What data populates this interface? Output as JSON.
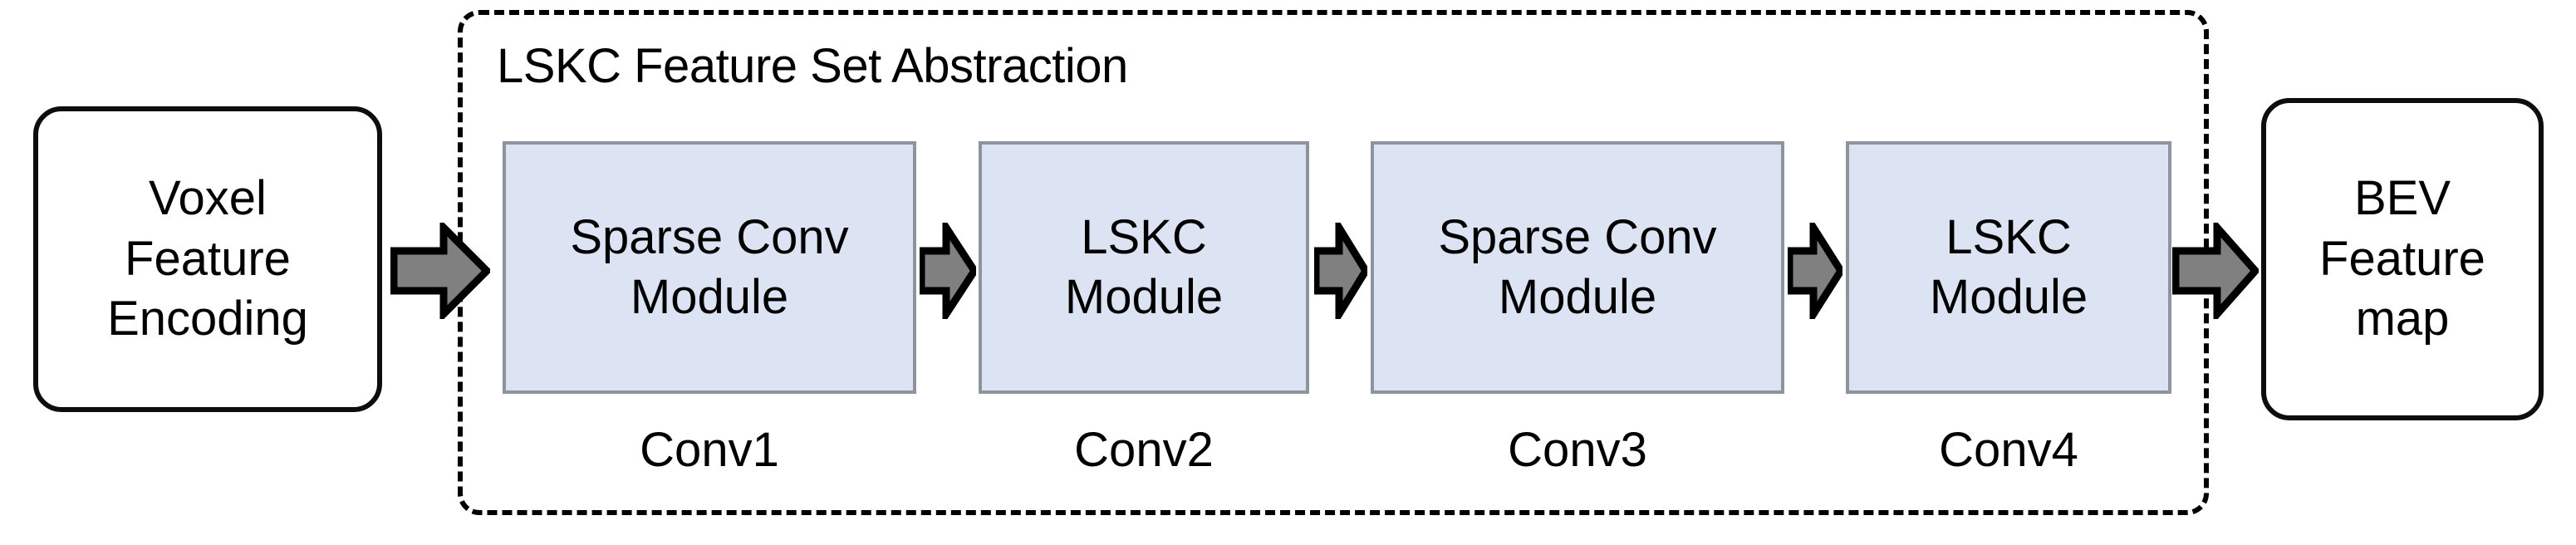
{
  "diagram": {
    "group": {
      "title": "LSKC Feature Set Abstraction",
      "border_style": "dashed",
      "border_color": "#000000"
    },
    "input_block": {
      "name": "voxel-feature-encoding",
      "lines": [
        "Voxel",
        "Feature",
        "Encoding"
      ],
      "fill": "#ffffff",
      "border_color": "#0d0d0d"
    },
    "output_block": {
      "name": "bev-feature-map",
      "lines": [
        "BEV",
        "Feature",
        "map"
      ],
      "fill": "#ffffff",
      "border_color": "#0d0d0d"
    },
    "modules": [
      {
        "lines": [
          "Sparse Conv",
          "Module"
        ],
        "caption": "Conv1",
        "fill": "#dce3f2",
        "border_color": "#8d949e"
      },
      {
        "lines": [
          "LSKC",
          "Module"
        ],
        "caption": "Conv2",
        "fill": "#dce3f2",
        "border_color": "#8d949e"
      },
      {
        "lines": [
          "Sparse Conv",
          "Module"
        ],
        "caption": "Conv3",
        "fill": "#dce3f2",
        "border_color": "#8d949e"
      },
      {
        "lines": [
          "LSKC",
          "Module"
        ],
        "caption": "Conv4",
        "fill": "#dce3f2",
        "border_color": "#8d949e"
      }
    ],
    "arrows": {
      "count": 5,
      "direction": "right",
      "fill": "#808080",
      "stroke": "#000000",
      "labels": [
        "voxel-to-conv1",
        "conv1-to-conv2",
        "conv2-to-conv3",
        "conv3-to-conv4",
        "conv4-to-bev"
      ]
    }
  }
}
